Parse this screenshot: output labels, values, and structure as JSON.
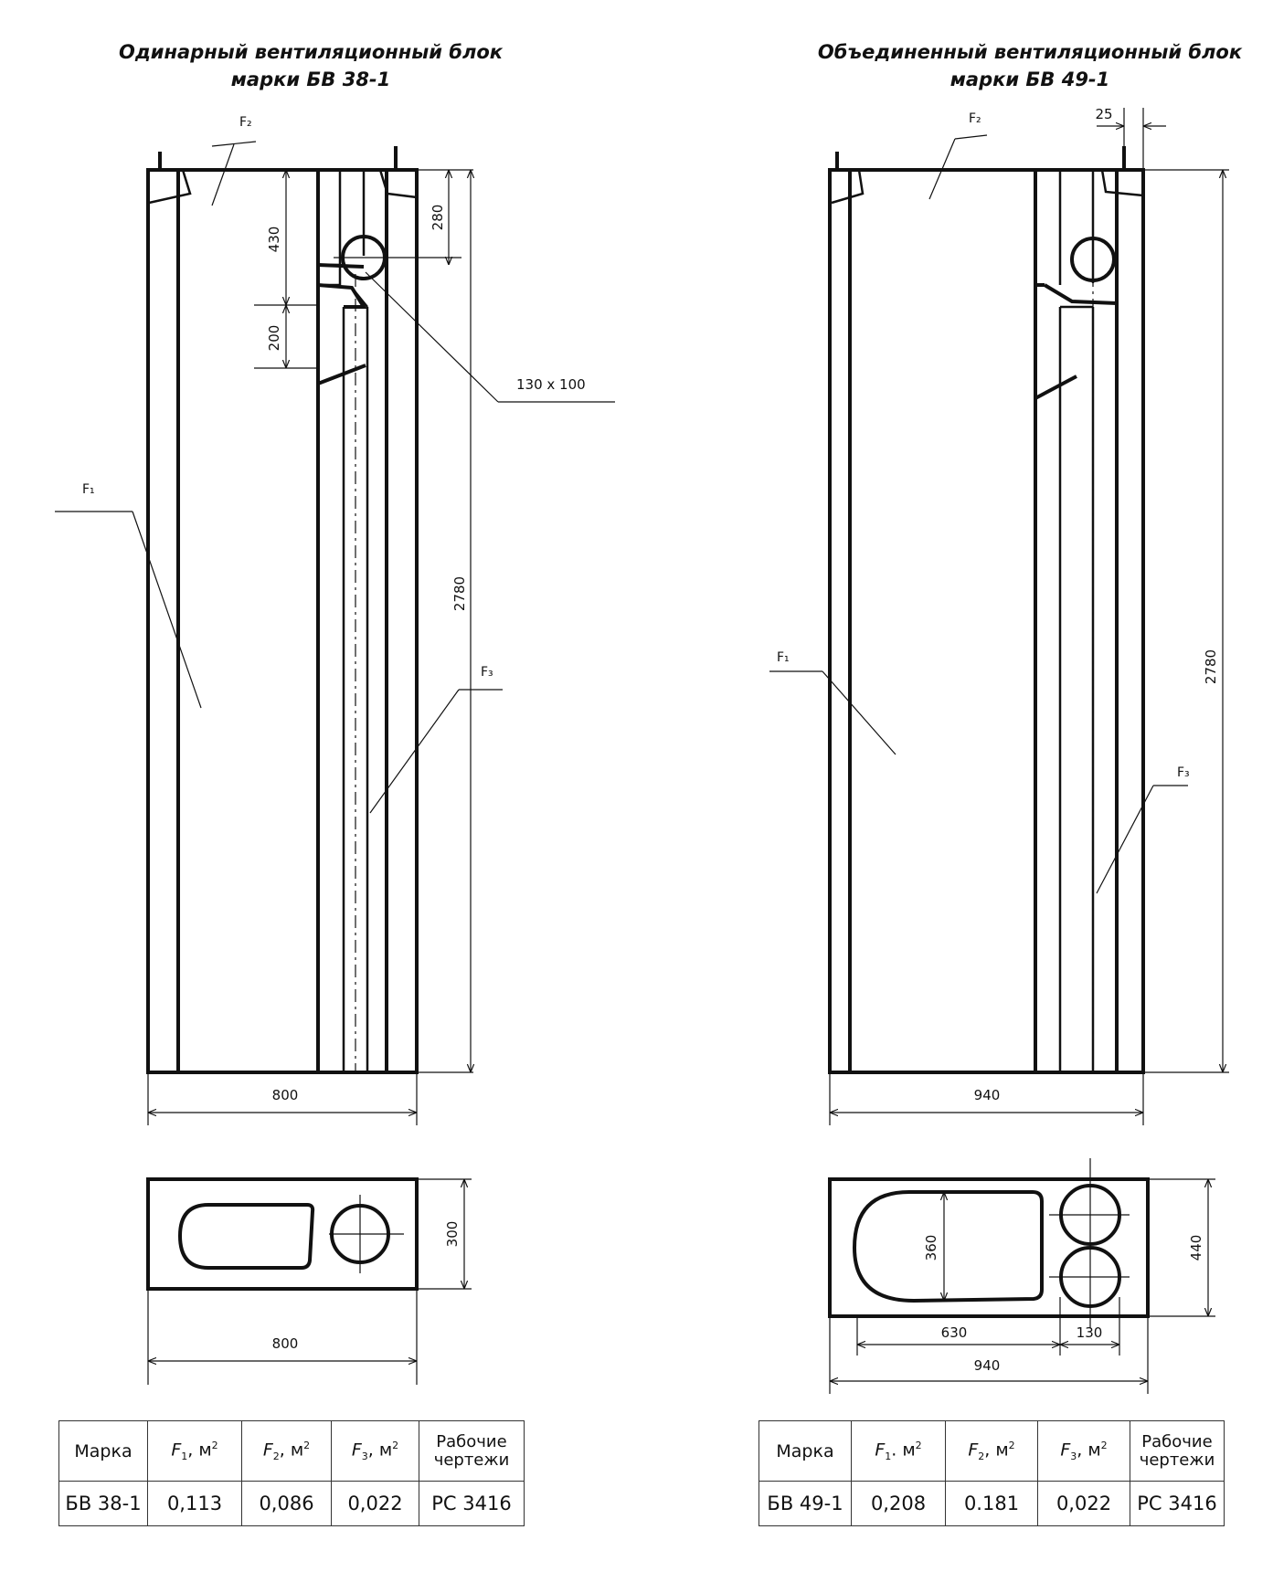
{
  "left": {
    "title_line1": "Одинарный вентиляционный блок",
    "title_line2": "марки БВ 38-1",
    "label_f1": "F₁",
    "label_f2": "F₂",
    "label_f3": "F₃",
    "dim_430": "430",
    "dim_280": "280",
    "dim_200": "200",
    "dim_opening": "130 x 100",
    "dim_height": "2780",
    "dim_width": "800",
    "dim_plan_depth": "300",
    "dim_plan_width": "800",
    "table": {
      "h_mark": "Марка",
      "h_f1_sym": "F",
      "h_f1_sub": "1",
      "h_f1_unit": ", м",
      "h_f2_sym": "F",
      "h_f2_sub": "2",
      "h_f2_unit": ", м",
      "h_f3_sym": "F",
      "h_f3_sub": "3",
      "h_f3_unit": ", м",
      "h_sq": "2",
      "h_drawings_1": "Рабочие",
      "h_drawings_2": "чертежи",
      "mark": "БВ 38-1",
      "f1": "0,113",
      "f2": "0,086",
      "f3": "0,022",
      "drawings": "РС 3416"
    }
  },
  "right": {
    "title_line1": "Объединенный вентиляционный блок",
    "title_line2": "марки БВ 49-1",
    "label_f1": "F₁",
    "label_f2": "F₂",
    "label_f3": "F₃",
    "dim_25": "25",
    "dim_height": "2780",
    "dim_width": "940",
    "dim_plan_360": "360",
    "dim_plan_440": "440",
    "dim_plan_630": "630",
    "dim_plan_130": "130",
    "dim_plan_940": "940",
    "table": {
      "h_mark": "Марка",
      "h_f1_sym": "F",
      "h_f1_sub": "1",
      "h_f1_unit": ". м",
      "h_f2_sym": "F",
      "h_f2_sub": "2",
      "h_f2_unit": ", м",
      "h_f3_sym": "F",
      "h_f3_sub": "3",
      "h_f3_unit": ", м",
      "h_sq": "2",
      "h_drawings_1": "Рабочие",
      "h_drawings_2": "чертежи",
      "mark": "БВ 49-1",
      "f1": "0,208",
      "f2": "0.181",
      "f3": "0,022",
      "drawings": "РС 3416"
    }
  }
}
